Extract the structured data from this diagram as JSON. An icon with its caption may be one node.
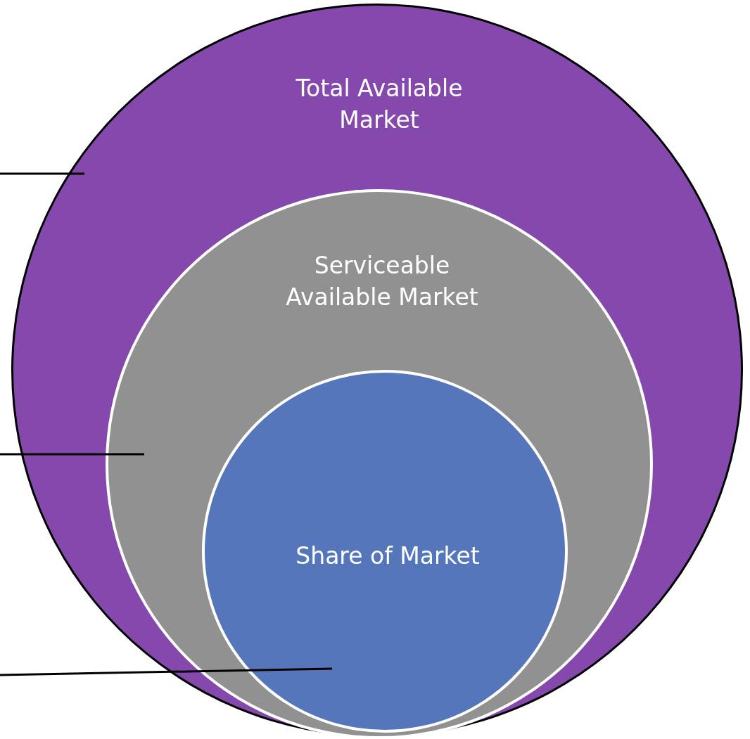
{
  "diagram": {
    "nodes": [
      {
        "text": [
          "Total Available Market"
        ]
      },
      {
        "text": [
          "Serviceable Available Market"
        ],
        "in": 0
      },
      {
        "text": [
          "Share of Market"
        ],
        "in": 1
      }
    ],
    "edges": [
      {
        "from": null,
        "to": 0,
        "arrow": "none"
      },
      {
        "from": null,
        "to": 1,
        "arrow": "none"
      },
      {
        "from": null,
        "to": 2,
        "arrow": "none"
      }
    ]
  }
}
